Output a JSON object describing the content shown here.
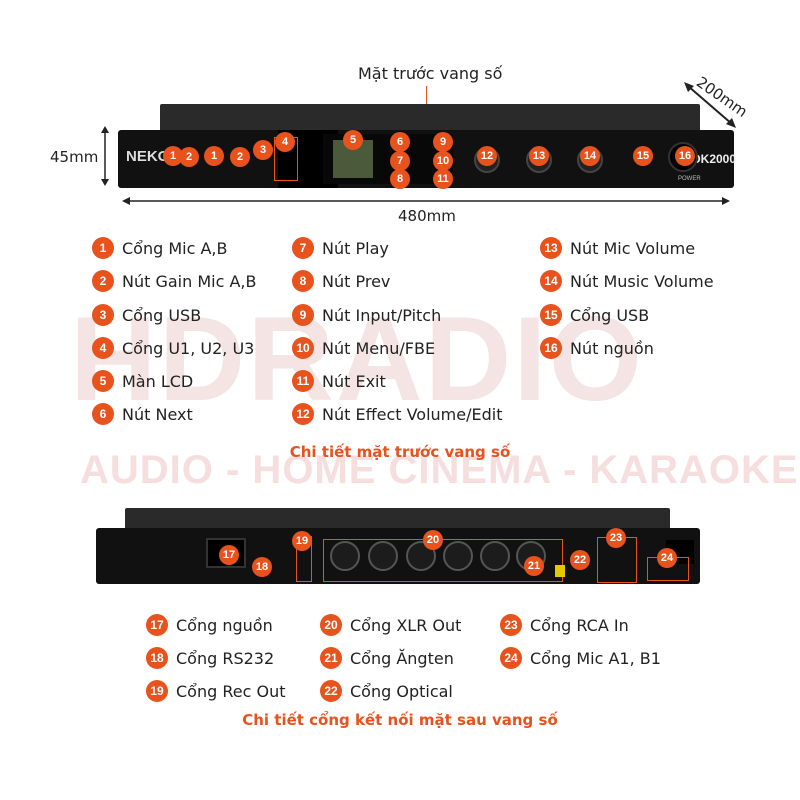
{
  "watermark": {
    "brand": "HDRADIO",
    "tagline": "AUDIO - HOME CINEMA - KARAOKE"
  },
  "front": {
    "title": "Mặt trước vang số",
    "depth": "200mm",
    "height": "45mm",
    "width": "480mm",
    "logo": "NEKO",
    "model": "DK2000",
    "power_label": "POWER",
    "caption": "Chi tiết mặt trước vang số",
    "legend": [
      {
        "n": "1",
        "label": "Cổng Mic A,B"
      },
      {
        "n": "2",
        "label": "Nút Gain Mic A,B"
      },
      {
        "n": "3",
        "label": "Cổng USB"
      },
      {
        "n": "4",
        "label": "Cổng U1, U2, U3"
      },
      {
        "n": "5",
        "label": "Màn LCD"
      },
      {
        "n": "6",
        "label": "Nút Next"
      },
      {
        "n": "7",
        "label": "Nút Play"
      },
      {
        "n": "8",
        "label": "Nút Prev"
      },
      {
        "n": "9",
        "label": "Nút Input/Pitch"
      },
      {
        "n": "10",
        "label": "Nút Menu/FBE"
      },
      {
        "n": "11",
        "label": "Nút Exit"
      },
      {
        "n": "12",
        "label": "Nút Effect Volume/Edit"
      },
      {
        "n": "13",
        "label": "Nút Mic Volume"
      },
      {
        "n": "14",
        "label": "Nút Music Volume"
      },
      {
        "n": "15",
        "label": "Cổng USB"
      },
      {
        "n": "16",
        "label": "Nút nguồn"
      }
    ]
  },
  "back": {
    "caption": "Chi tiết cổng kết nối mặt sau vang số",
    "legend": [
      {
        "n": "17",
        "label": "Cổng nguồn"
      },
      {
        "n": "18",
        "label": "Cổng RS232"
      },
      {
        "n": "19",
        "label": "Cổng Rec Out"
      },
      {
        "n": "20",
        "label": "Cổng XLR Out"
      },
      {
        "n": "21",
        "label": "Cổng Ăngten"
      },
      {
        "n": "22",
        "label": "Cổng Optical"
      },
      {
        "n": "23",
        "label": "Cổng RCA In"
      },
      {
        "n": "24",
        "label": "Cổng Mic A1, B1"
      }
    ]
  },
  "colors": {
    "accent": "#e8521d",
    "device": "#111111"
  }
}
